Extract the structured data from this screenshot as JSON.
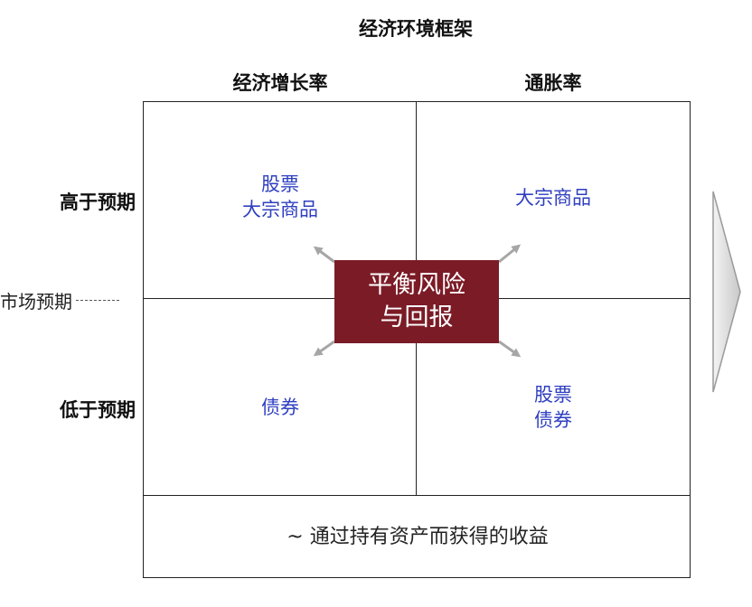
{
  "title": "经济环境框架",
  "columns": {
    "left": "经济增长率",
    "right": "通胀率"
  },
  "rows": {
    "high": "高于预期",
    "low": "低于预期",
    "market": "市场预期"
  },
  "quadrants": {
    "top_left": [
      "股票",
      "大宗商品"
    ],
    "top_right": [
      "大宗商品"
    ],
    "bottom_left": [
      "债券"
    ],
    "bottom_right": [
      "股票",
      "债券"
    ]
  },
  "center": [
    "平衡风险",
    "与回报"
  ],
  "footer": "~ 通过持有资产而获得的收益",
  "colors": {
    "center_fill": "#7b1b26",
    "asset_text": "#2f3fc0",
    "arrow": "#a6a6a6"
  }
}
